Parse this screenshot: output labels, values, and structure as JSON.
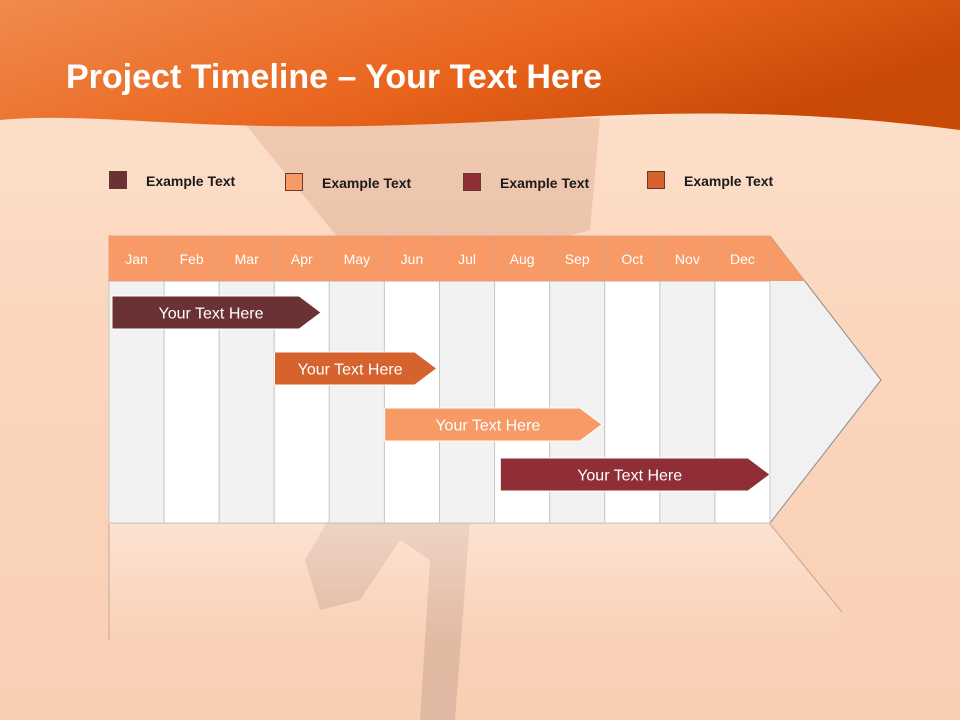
{
  "slide": {
    "title_bold": "Project Timeline",
    "title_rest": " – Your Text Here"
  },
  "legend": [
    {
      "label": "Example Text",
      "color": "#6b3236"
    },
    {
      "label": "Example Text",
      "color": "#f79a66"
    },
    {
      "label": "Example Text",
      "color": "#8f2e36"
    },
    {
      "label": "Example Text",
      "color": "#d6622e"
    }
  ],
  "timeline": {
    "months": [
      "Jan",
      "Feb",
      "Mar",
      "Apr",
      "May",
      "Jun",
      "Jul",
      "Aug",
      "Sep",
      "Oct",
      "Nov",
      "Dec"
    ],
    "header_color": "#f79a66",
    "tasks": [
      {
        "label": "Your  Text Here",
        "start": 0.0,
        "end": 3.85,
        "color": "#6b3236"
      },
      {
        "label": "Your  Text Here",
        "start": 2.95,
        "end": 5.95,
        "color": "#d6622e"
      },
      {
        "label": "Your  Text Here",
        "start": 4.95,
        "end": 8.95,
        "color": "#f79a66"
      },
      {
        "label": "Your  Text Here",
        "start": 7.05,
        "end": 12.0,
        "color": "#8f2e36"
      }
    ]
  }
}
